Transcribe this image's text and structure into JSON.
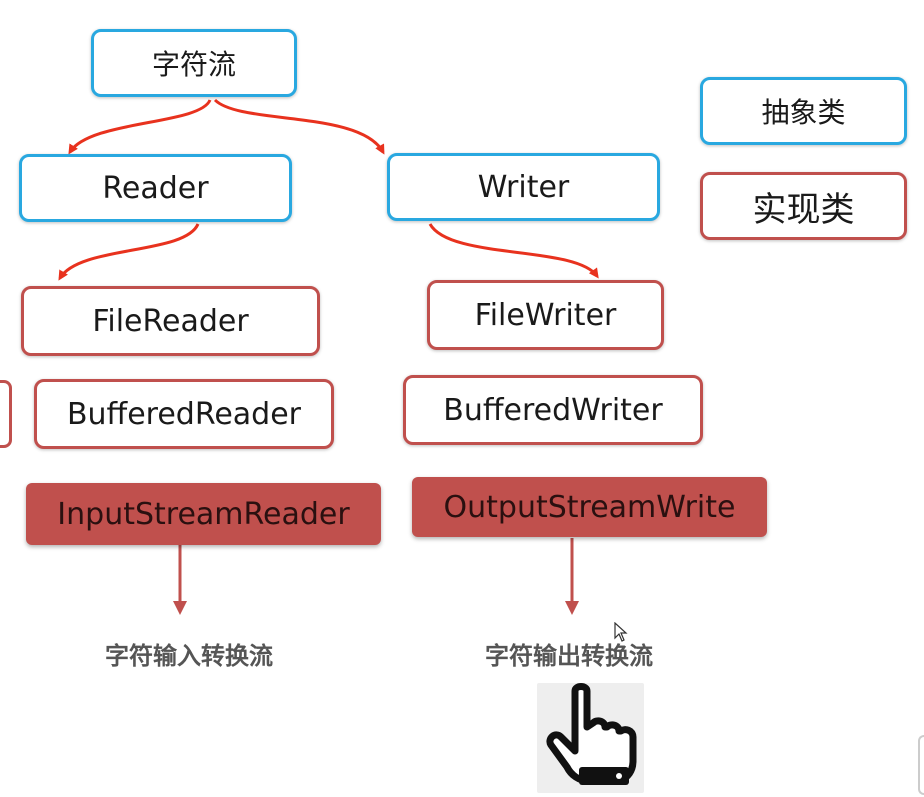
{
  "diagram": {
    "root": "字符流",
    "reader": "Reader",
    "writer": "Writer",
    "file_reader": "FileReader",
    "buffered_reader": "BufferedReader",
    "input_stream_reader": "InputStreamReader",
    "file_writer": "FileWriter",
    "buffered_writer": "BufferedWriter",
    "output_stream_writer": "OutputStreamWrite",
    "caption_input": "字符输入转换流",
    "caption_output": "字符输出转换流"
  },
  "legend": {
    "abstract": "抽象类",
    "concrete": "实现类"
  },
  "colors": {
    "abstract_border": "#29a8e0",
    "concrete_border": "#c0504d",
    "filled_box": "#c0504d",
    "arrow_red": "#e8321e"
  }
}
